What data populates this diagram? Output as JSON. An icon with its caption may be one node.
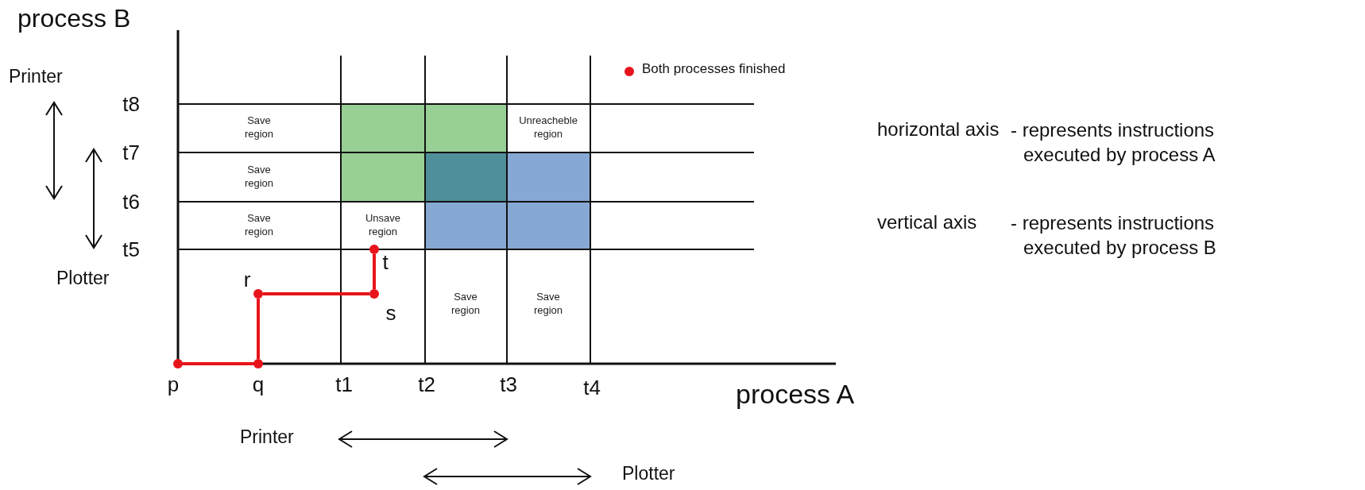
{
  "diagram": {
    "nodes": [
      {
        "text": [
          "Save region"
        ]
      },
      {
        "text": [
          "Unreacheble region"
        ]
      },
      {
        "text": [
          "Save region"
        ]
      },
      {
        "text": [
          "Save region"
        ]
      },
      {
        "text": [
          "Unsave region"
        ]
      },
      {
        "text": [
          "Save region"
        ]
      },
      {
        "text": [
          "Save region"
        ]
      },
      {
        "text": [],
        "shape": "circle",
        "beside": [
          "p"
        ]
      },
      {
        "text": [],
        "shape": "circle",
        "beside": [
          "q"
        ]
      },
      {
        "text": [],
        "shape": "circle",
        "beside": [
          "r"
        ]
      },
      {
        "text": [],
        "shape": "circle",
        "beside": [
          "s"
        ]
      },
      {
        "text": [],
        "shape": "circle",
        "beside": [
          "t"
        ]
      }
    ],
    "edges": [
      {
        "from": 7,
        "to": 8,
        "arrow": "none"
      },
      {
        "from": 8,
        "to": 9,
        "arrow": "none"
      },
      {
        "from": 9,
        "to": 10,
        "arrow": "none"
      },
      {
        "from": 10,
        "to": 11,
        "arrow": "none"
      }
    ],
    "labels": [
      "process B",
      "Printer",
      "t8",
      "t7",
      "t6",
      "t5",
      "Plotter",
      "horizontal axis",
      "- represents instructions executed by process A",
      "vertical axis",
      "- represents instructions executed by process B",
      "t1",
      "t2",
      "t3",
      "t4",
      "process A",
      "Printer",
      "Plotter"
    ],
    "legend": [
      {
        "text": "Both processes finished",
        "color": "#e8141b"
      }
    ]
  }
}
